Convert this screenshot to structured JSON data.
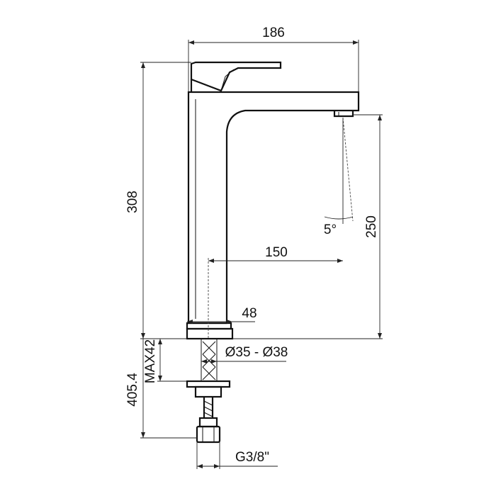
{
  "dimensions": {
    "width_top": "186",
    "height_total": "308",
    "spout_height": "250",
    "spout_reach": "150",
    "base_width": "48",
    "hole_diameter": "Ø35 - Ø38",
    "max_thickness": "MAX42",
    "overall_depth": "405.4",
    "connection": "G3/8\"",
    "angle": "5°"
  }
}
